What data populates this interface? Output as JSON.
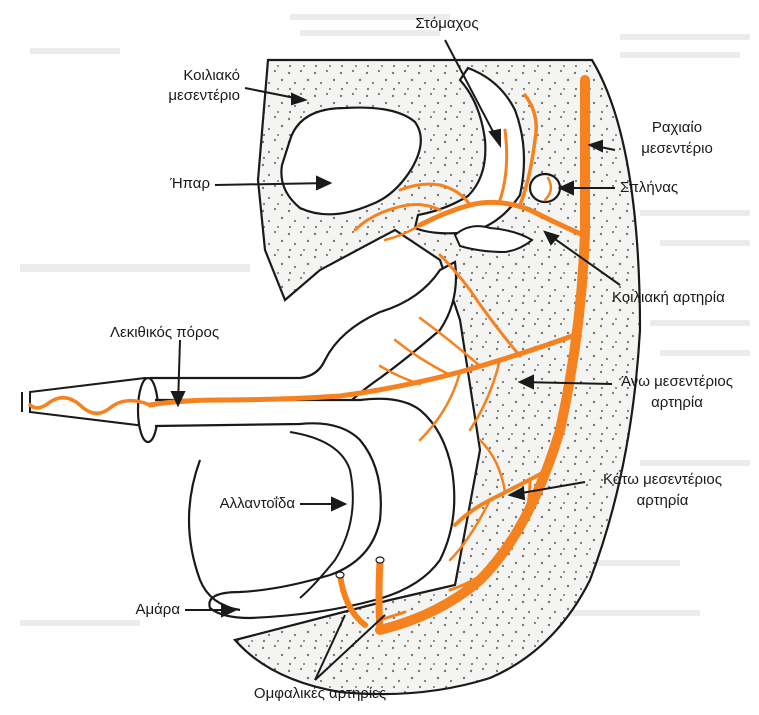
{
  "figure": {
    "labels": {
      "stomach": "Στόμαχος",
      "ventral_mesentery_1": "Κοιλιακό",
      "ventral_mesentery_2": "μεσεντέριο",
      "liver": "Ήπαρ",
      "dorsal_mesentery_1": "Ραχιαίο",
      "dorsal_mesentery_2": "μεσεντέριο",
      "spleen": "Σπλήνας",
      "celiac_artery": "Κοιλιακή αρτηρία",
      "vitelline_duct": "Λεκιθικός πόρος",
      "superior_mesenteric_1": "Άνω μεσεντέριος",
      "superior_mesenteric_2": "αρτηρία",
      "allantois": "Αλλαντοΐδα",
      "inferior_mesenteric_1": "Κάτω μεσεντέριος",
      "inferior_mesenteric_2": "αρτηρία",
      "cloaca": "Αμάρα",
      "umbilical_arteries": "Ομφαλικές αρτηρίες"
    },
    "colors": {
      "artery": "#f5821f",
      "artery_outline": "#7a3d0a",
      "outline": "#1a1a1a",
      "mesentery_fill": "#f4f4f2",
      "background": "#ffffff",
      "bleed_text": "#e6e6e6"
    }
  }
}
